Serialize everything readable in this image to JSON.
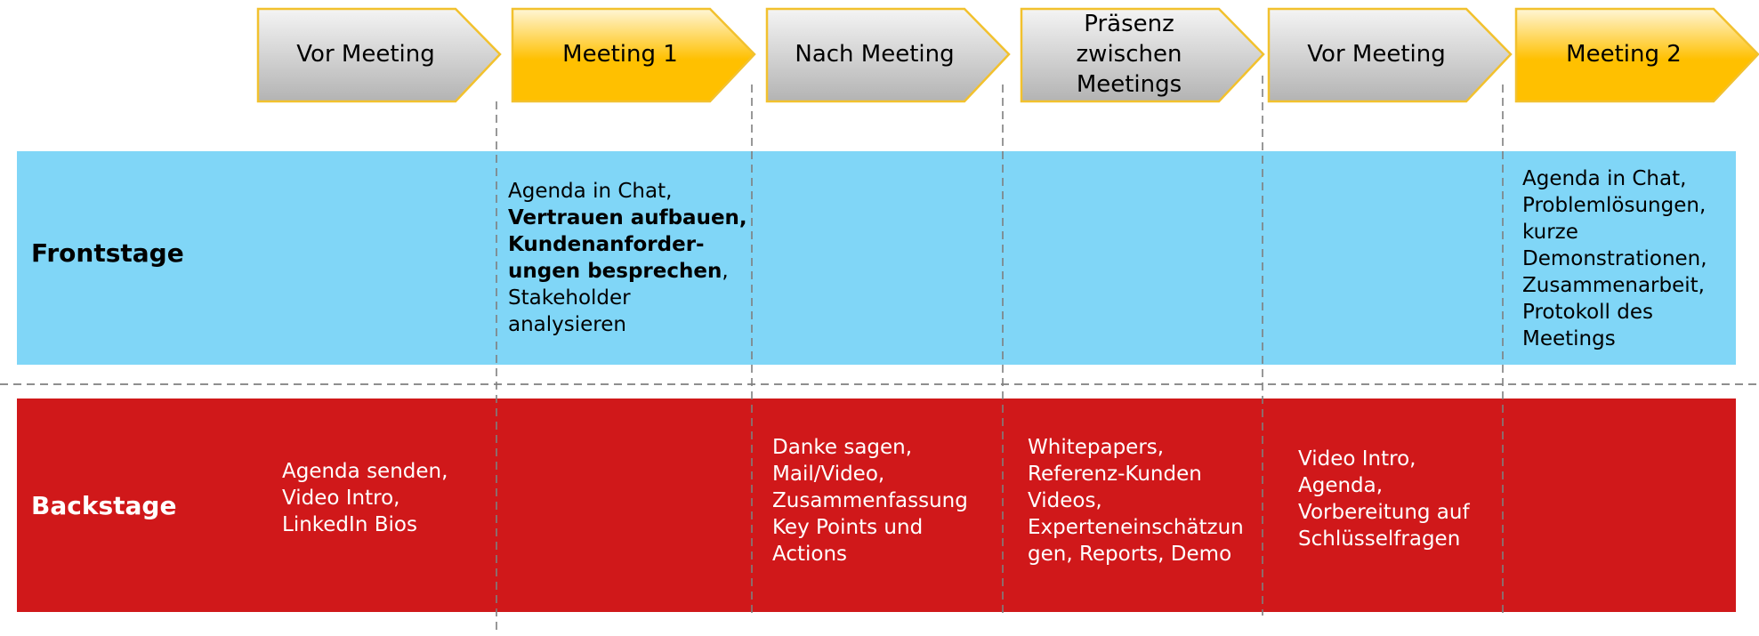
{
  "phases": [
    {
      "label": "Vor Meeting",
      "style": "gray"
    },
    {
      "label": "Meeting 1",
      "style": "gold"
    },
    {
      "label": "Nach Meeting",
      "style": "gray"
    },
    {
      "label": "Präsenz\nzwischen\nMeetings",
      "style": "gray"
    },
    {
      "label": "Vor Meeting",
      "style": "gray"
    },
    {
      "label": "Meeting 2",
      "style": "gold"
    }
  ],
  "colors": {
    "frontstage": "#80d6f7",
    "backstage": "#d0181a",
    "gold": "#ffc000",
    "gray": "#c8c8c8",
    "outline": "#f2c12e",
    "divider": "#7f7f7f"
  },
  "rows": {
    "frontstage": {
      "title": "Frontstage",
      "meeting1": {
        "line1": "Agenda in Chat,",
        "bold1": "Vertrauen aufbauen,",
        "bold2": "Kundenanforder-",
        "bold3": "ungen besprechen",
        "comma": ",",
        "line4": "Stakeholder",
        "line5": "analysieren"
      },
      "meeting2": [
        "Agenda in Chat,",
        "Problemlösungen,",
        "kurze",
        "Demonstrationen,",
        "Zusammenarbeit,",
        "Protokoll des",
        "Meetings"
      ]
    },
    "backstage": {
      "title": "Backstage",
      "vor_meeting_1": [
        "Agenda senden,",
        "Video Intro,",
        "LinkedIn Bios"
      ],
      "nach_meeting": [
        "Danke sagen,",
        "Mail/Video,",
        "Zusammenfassung",
        "Key Points und",
        "Actions"
      ],
      "praesenz": [
        "Whitepapers,",
        "Referenz-Kunden",
        "Videos,",
        "Experteneinschätzun",
        "gen, Reports, Demo"
      ],
      "vor_meeting_2": [
        "Video Intro,",
        "Agenda,",
        "Vorbereitung auf",
        "Schlüsselfragen"
      ]
    }
  }
}
